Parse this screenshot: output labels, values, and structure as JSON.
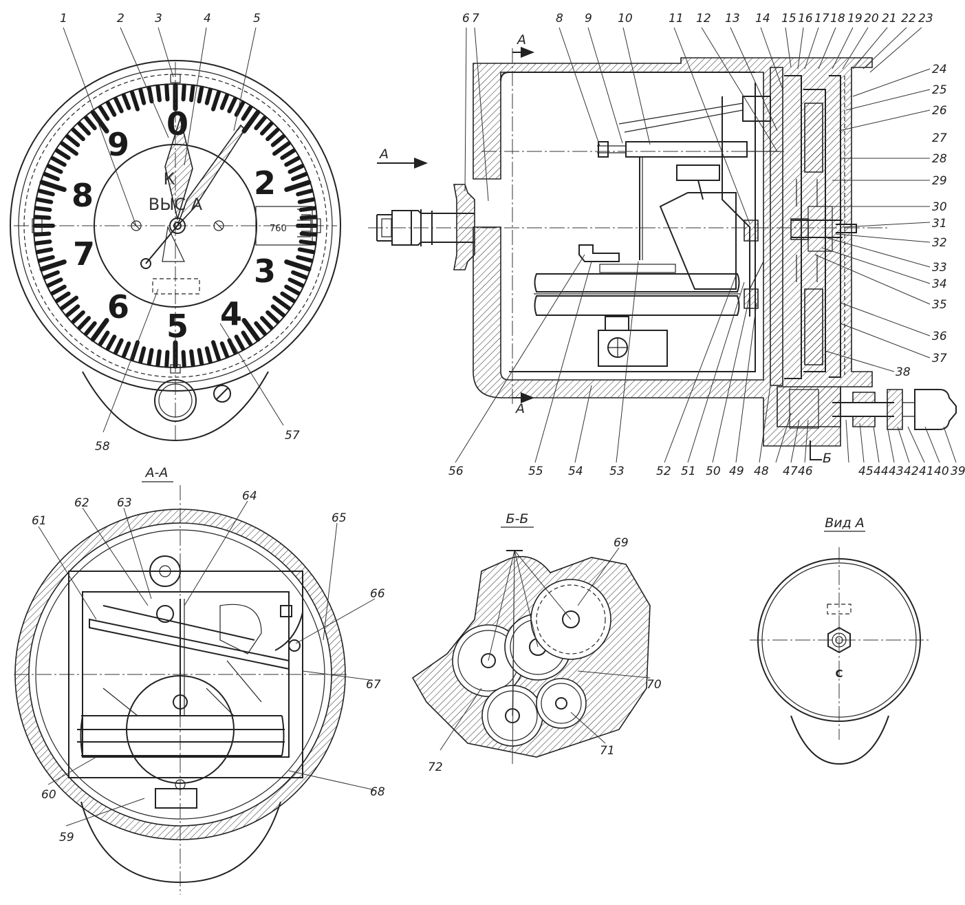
{
  "dial": {
    "numerals": [
      "0",
      "2",
      "3",
      "4",
      "5",
      "6",
      "7",
      "8",
      "9"
    ],
    "inner_letter": "К",
    "inner_word": "ВЫС А",
    "window_value": "760"
  },
  "callouts": [
    "1",
    "2",
    "3",
    "4",
    "5",
    "6",
    "7",
    "8",
    "9",
    "10",
    "11",
    "12",
    "13",
    "14",
    "15",
    "16",
    "17",
    "18",
    "19",
    "20",
    "21",
    "22",
    "23",
    "24",
    "25",
    "26",
    "27",
    "28",
    "29",
    "30",
    "31",
    "32",
    "33",
    "34",
    "35",
    "36",
    "37",
    "38",
    "39",
    "40",
    "41",
    "42",
    "43",
    "44",
    "45",
    "46",
    "47",
    "48",
    "49",
    "50",
    "51",
    "52",
    "53",
    "54",
    "55",
    "56",
    "57",
    "58",
    "59",
    "60",
    "61",
    "62",
    "63",
    "64",
    "65",
    "66",
    "67",
    "68",
    "69",
    "70",
    "71",
    "72"
  ],
  "section_marks": {
    "a_top": "А",
    "a_bottom": "А",
    "a_arrow": "А",
    "b_mark": "Б"
  },
  "section_titles": {
    "aa": "А-А",
    "bb": "Б-Б",
    "view_a": "Вид А"
  },
  "view_a_label": "С"
}
